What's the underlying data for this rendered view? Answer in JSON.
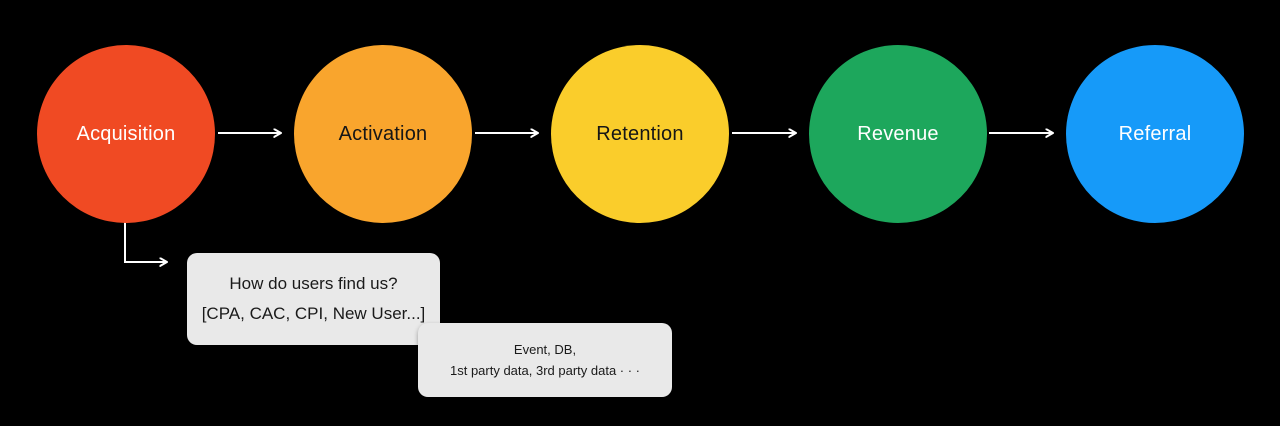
{
  "diagram": {
    "background": "#000000",
    "connector_color": "#FFFFFF",
    "stages": [
      {
        "label": "Acquisition",
        "color": "#F04A23",
        "text_color": "#FFFFFF"
      },
      {
        "label": "Activation",
        "color": "#F9A52D",
        "text_color": "#161616"
      },
      {
        "label": "Retention",
        "color": "#FACD2B",
        "text_color": "#161616"
      },
      {
        "label": "Revenue",
        "color": "#1DA75C",
        "text_color": "#FFFFFF"
      },
      {
        "label": "Referral",
        "color": "#169AF9",
        "text_color": "#FFFFFF"
      }
    ],
    "callouts": [
      {
        "background": "#E9E9E9",
        "text_color": "#1A1A1A",
        "lines": [
          "How do users find us?",
          "[CPA, CAC, CPI, New User...]"
        ]
      },
      {
        "background": "#E9E9E9",
        "text_color": "#1A1A1A",
        "lines": [
          "Event, DB,",
          "1st party data, 3rd party data · · ·"
        ]
      }
    ]
  }
}
